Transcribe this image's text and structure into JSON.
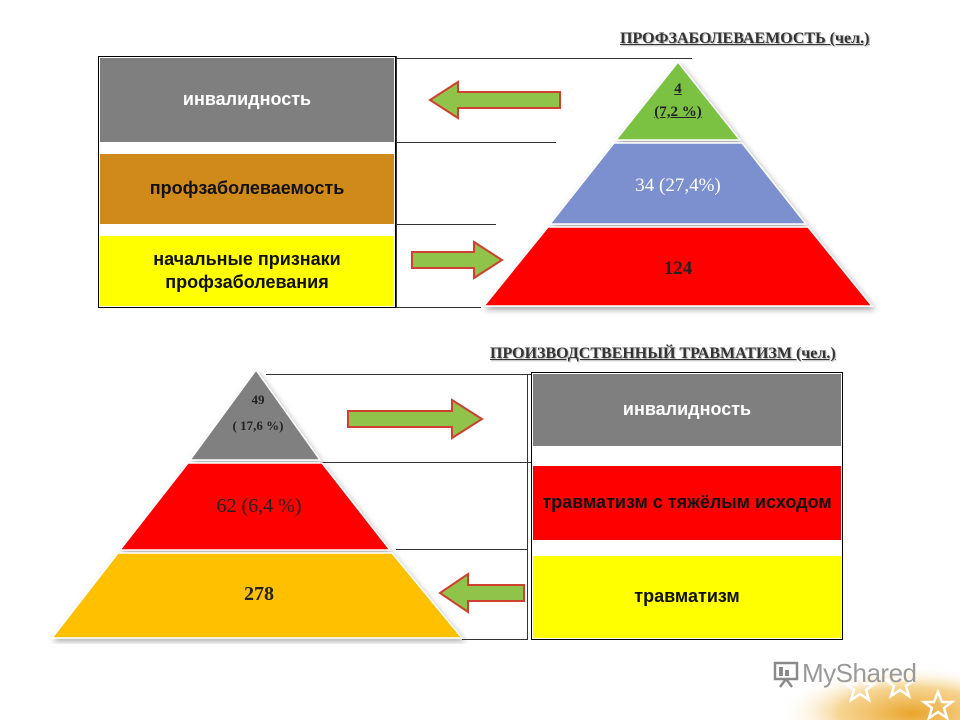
{
  "top_section": {
    "title": "ПРОФЗАБОЛЕВАЕМОСТЬ (чел.)",
    "levels": [
      {
        "label": "инвалидность",
        "color": "#7f7f7f"
      },
      {
        "label": "профзаболеваемость",
        "color": "#d08a1a"
      },
      {
        "label": "начальные признаки профзаболевания",
        "color": "#ffff00"
      }
    ],
    "pyramid": [
      {
        "value": "4",
        "percent": "(7,2 %)",
        "color": "#7cc242"
      },
      {
        "value": "34 (27,4%)",
        "color": "#7b8fcf"
      },
      {
        "value": "124",
        "color": "#ff0000"
      }
    ]
  },
  "bottom_section": {
    "title": "ПРОИЗВОДСТВЕННЫЙ ТРАВМАТИЗМ (чел.)",
    "levels": [
      {
        "label": "инвалидность",
        "color": "#7f7f7f"
      },
      {
        "label": "травматизм с тяжёлым исходом",
        "color": "#ff0000"
      },
      {
        "label": "травматизм",
        "color": "#ffff00"
      }
    ],
    "pyramid": [
      {
        "value": "49",
        "percent": "( 17,6 %)",
        "color": "#808080"
      },
      {
        "value": "62 (6,4 %)",
        "color": "#ff0000"
      },
      {
        "value": "278",
        "color": "#ffc000"
      }
    ]
  },
  "arrow_color": "#8fc34a",
  "logo": {
    "text": "MyShared",
    "icon": "presentation-board-icon"
  }
}
